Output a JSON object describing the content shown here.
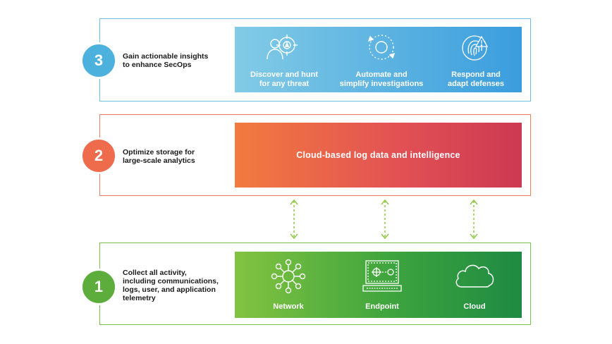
{
  "tiers": [
    {
      "number": "3",
      "label": "Gain actionable insights\nto enhance SecOps",
      "items": [
        {
          "label": "Discover and hunt\nfor any threat",
          "icon": "threat-hunt-icon"
        },
        {
          "label": "Automate and\nsimplify investigations",
          "icon": "automation-cycle-icon"
        },
        {
          "label": "Respond and\nadapt defenses",
          "icon": "fingerprint-alert-icon"
        }
      ]
    },
    {
      "number": "2",
      "label": "Optimize storage for\nlarge-scale analytics",
      "panel_text": "Cloud-based log data and intelligence"
    },
    {
      "number": "1",
      "label": "Collect all activity,\nincluding communications,\nlogs, user, and application\ntelemetry",
      "items": [
        {
          "label": "Network",
          "icon": "network-icon"
        },
        {
          "label": "Endpoint",
          "icon": "endpoint-icon"
        },
        {
          "label": "Cloud",
          "icon": "cloud-icon"
        }
      ]
    }
  ],
  "colors": {
    "tier3_accent": "#4cb2dd",
    "tier2_accent": "#ee6b4c",
    "tier1_accent": "#5cad3c",
    "arrow": "#8cc63f"
  }
}
